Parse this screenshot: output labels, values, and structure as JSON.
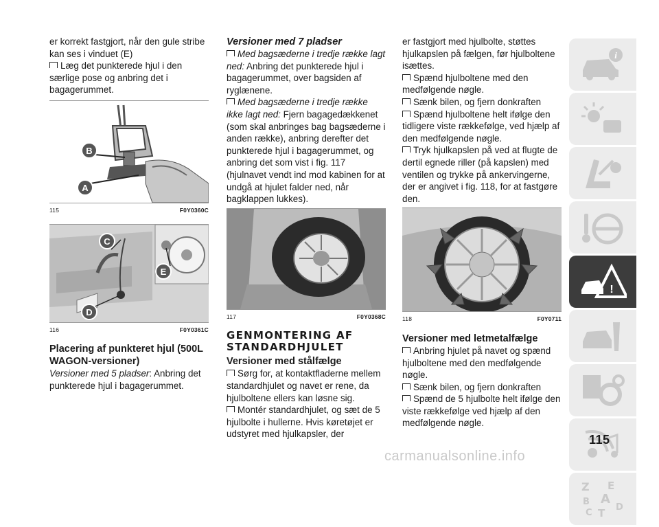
{
  "col1": {
    "p1": "er korrekt fastgjort, når den gule stribe kan ses i vinduet (E)",
    "p2": "Læg det punkterede hjul i den særlige pose og anbring det i bagagerummet.",
    "fig115": {
      "num": "115",
      "code": "F0Y0360C",
      "label_b": "B",
      "label_a": "A"
    },
    "fig116": {
      "num": "116",
      "code": "F0Y0361C",
      "label_c": "C",
      "label_e": "E",
      "label_d": "D"
    },
    "heading": "Placering af punkteret hjul (500L WAGON-versioner)",
    "p3_italic": "Versioner med 5 pladser",
    "p3_rest": ": Anbring det punkterede hjul i bagagerummet."
  },
  "col2": {
    "heading": "Versioner med 7 pladser",
    "b1_italic": "Med bagsæderne i tredje række lagt ned:",
    "b1_rest": " Anbring det punkterede hjul i bagagerummet, over bagsiden af ryglænene.",
    "b2_italic": "Med bagsæderne i tredje række ikke lagt ned:",
    "b2_rest": " Fjern bagagedækkenet (som skal anbringes bag bagsæderne i anden række), anbring derefter det punkterede hjul i bagagerummet, og anbring det som vist i fig. 117 (hjulnavet vendt ind mod kabinen for at undgå at hjulet falder ned, når bagklappen lukkes).",
    "fig117": {
      "num": "117",
      "code": "F0Y0368C"
    },
    "big_heading": "GENMONTERING AF STANDARDHJULET",
    "sub_heading": "Versioner med stålfælge",
    "b3": "Sørg for, at kontaktfladerne mellem standardhjulet og navet er rene, da hjulboltene ellers kan løsne sig.",
    "b4": "Montér standardhjulet, og sæt de 5 hjulbolte i hullerne. Hvis køretøjet er udstyret med hjulkapsler, der"
  },
  "col3": {
    "p1": "er fastgjort med hjulbolte, støttes hjulkapslen på fælgen, før hjulboltene isættes.",
    "b1": "Spænd hjulboltene med den medfølgende nøgle.",
    "b2": "Sænk bilen, og fjern donkraften",
    "b3": "Spænd hjulboltene helt ifølge den tidligere viste rækkefølge, ved hjælp af den medfølgende nøgle.",
    "b4": "Tryk hjulkapslen på ved at flugte de dertil egnede riller (på kapslen) med ventilen og trykke på ankervingerne, der er angivet i fig. 118, for at fastgøre den.",
    "fig118": {
      "num": "118",
      "code": "F0Y0711"
    },
    "heading": "Versioner med letmetalfælge",
    "b5": "Anbring hjulet på navet og spænd hjulboltene med den medfølgende nøgle.",
    "b6": "Sænk bilen, og fjern donkraften",
    "b7": "Spænd de 5 hjulbolte helt ifølge den viste rækkefølge ved hjælp af den medfølgende nøgle."
  },
  "sidebar": {
    "icons": [
      "car-info-icon",
      "dashboard-lights-icon",
      "seat-airbag-icon",
      "steering-key-icon",
      "breakdown-triangle-icon",
      "service-wrench-icon",
      "settings-gears-icon",
      "media-music-icon",
      "alphabet-index-icon"
    ],
    "active_index": 4,
    "index_letters": [
      "Z",
      "E",
      "B",
      "A",
      "C",
      "T",
      "D"
    ]
  },
  "page_number": "115",
  "watermark": "carmanualsonline.info"
}
